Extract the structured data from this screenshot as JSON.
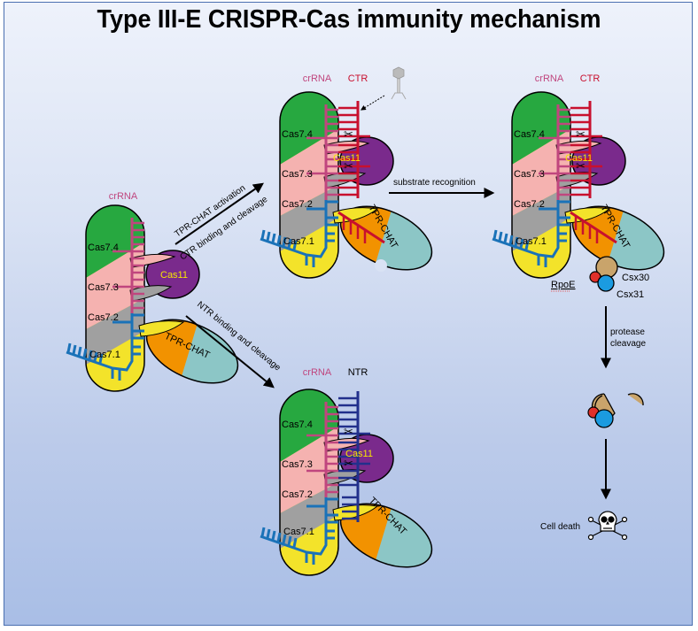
{
  "title": "Type III-E CRISPR-Cas immunity mechanism",
  "colors": {
    "cas7_4": "#27a840",
    "cas7_3": "#f5b2b0",
    "cas7_2": "#a0a0a0",
    "cas7_1": "#f3e32a",
    "cas11": "#7a2a8c",
    "tpr_chat_orange": "#f29200",
    "tpr_chat_teal": "#8cc6c6",
    "crrna": "#c0467e",
    "ctr": "#c8102e",
    "ntr": "#22308c",
    "repeat": "#1a72b8",
    "csx30": "#c9a46b",
    "rpoe": "#e0302a",
    "csx31": "#1b9be0",
    "cas11_label": "#f5e600"
  },
  "complexes": {
    "resting": {
      "crrna_label": "crRNA",
      "subunits": [
        "Cas7.4",
        "Cas7.3",
        "Cas7.2",
        "Cas7.1"
      ],
      "cas11": "Cas11",
      "tpr": "TPR-CHAT"
    },
    "ctr_bound": {
      "crrna_label": "crRNA",
      "target_label": "CTR",
      "subunits": [
        "Cas7.4",
        "Cas7.3",
        "Cas7.2",
        "Cas7.1"
      ],
      "cas11": "Cas11",
      "tpr": "TPR-CHAT"
    },
    "activated": {
      "crrna_label": "crRNA",
      "target_label": "CTR",
      "subunits": [
        "Cas7.4",
        "Cas7.3",
        "Cas7.2",
        "Cas7.1"
      ],
      "cas11": "Cas11",
      "tpr": "TPR-CHAT",
      "rpoe": "RpoE",
      "csx30": "Csx30",
      "csx31": "Csx31"
    },
    "ntr_bound": {
      "crrna_label": "crRNA",
      "target_label": "NTR",
      "subunits": [
        "Cas7.4",
        "Cas7.3",
        "Cas7.2",
        "Cas7.1"
      ],
      "cas11": "Cas11",
      "tpr": "TPR-CHAT"
    }
  },
  "arrows": {
    "activation_top": "TPR-CHAT activation",
    "activation_bottom": "CTR binding and cleavage",
    "ntr": "NTR binding and cleavage",
    "substrate": "substrate recognition",
    "protease_1": "protease",
    "protease_2": "cleavage"
  },
  "outcome": {
    "label": "Cell death",
    "icon": "skull-crossbones-icon"
  },
  "phage_icon": "bacteriophage-icon"
}
